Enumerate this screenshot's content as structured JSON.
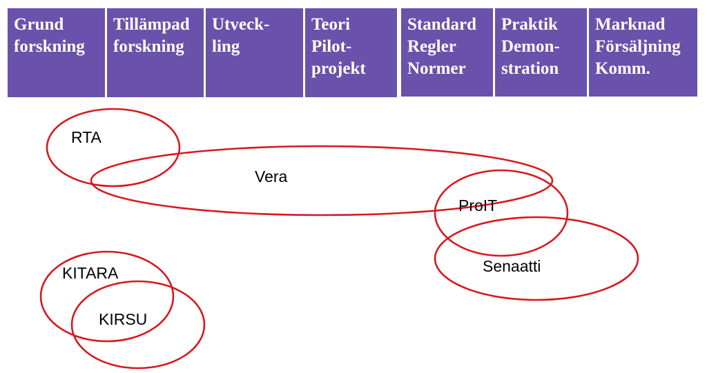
{
  "header": {
    "columns": [
      {
        "id": "grund",
        "text": "Grund\nforskning"
      },
      {
        "id": "tillampad",
        "text": "Tillämpad\nforskning"
      },
      {
        "id": "utveckling",
        "text": "Utveck-\nling"
      },
      {
        "id": "teori",
        "text": "Teori\nPilot-\nprojekt"
      },
      {
        "id": "standard",
        "text": "Standard\nRegler\nNormer"
      },
      {
        "id": "praktik",
        "text": "Praktik\nDemon-\nstration"
      },
      {
        "id": "marknad",
        "text": "Marknad\nFörsäljning\nKomm."
      }
    ]
  },
  "projects": [
    {
      "id": "rta",
      "label": "RTA"
    },
    {
      "id": "vera",
      "label": "Vera"
    },
    {
      "id": "proit",
      "label": "ProIT"
    },
    {
      "id": "senaatti",
      "label": "Senaatti"
    },
    {
      "id": "kitara",
      "label": "KITARA"
    },
    {
      "id": "kirsu",
      "label": "KIRSU"
    }
  ],
  "colors": {
    "header_fill": "#6a51ab",
    "header_text": "#ffffff",
    "ellipse_stroke": "#d8171e"
  }
}
